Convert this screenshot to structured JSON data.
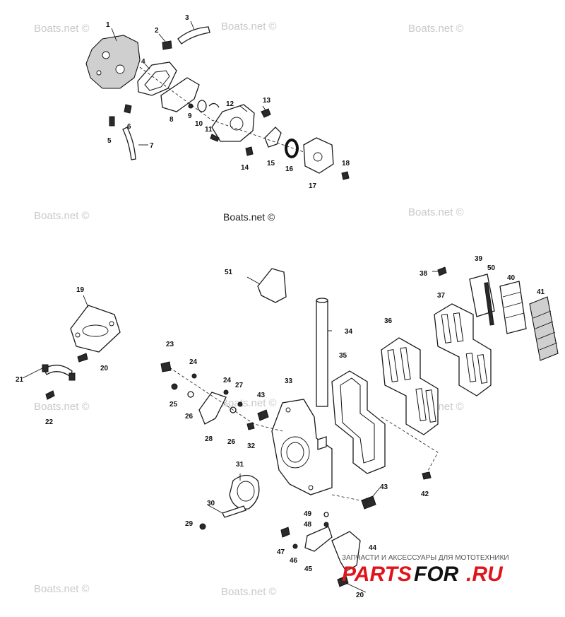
{
  "watermarks": {
    "site": "Boats.net ©"
  },
  "brand": {
    "tagline": "ЗАПЧАСТИ И АКСЕССУАРЫ ДЛЯ МОТОТЕХНИКИ",
    "name_part1": "PARTS",
    "name_part2": "FOR",
    "name_part3": ".RU",
    "color_red": "#e0151b",
    "color_black": "#111111"
  },
  "callouts": {
    "c1": "1",
    "c2": "2",
    "c3": "3",
    "c4": "4",
    "c5": "5",
    "c6": "6",
    "c7": "7",
    "c8": "8",
    "c9": "9",
    "c10": "10",
    "c11": "11",
    "c12": "12",
    "c13": "13",
    "c14": "14",
    "c15": "15",
    "c16": "16",
    "c17": "17",
    "c18": "18",
    "c19": "19",
    "c20a": "20",
    "c20b": "20",
    "c21": "21",
    "c22": "22",
    "c23": "23",
    "c24a": "24",
    "c24b": "24",
    "c25": "25",
    "c26a": "26",
    "c26b": "26",
    "c27": "27",
    "c28": "28",
    "c29": "29",
    "c30": "30",
    "c31": "31",
    "c32": "32",
    "c33": "33",
    "c34": "34",
    "c35": "35",
    "c36": "36",
    "c37": "37",
    "c38": "38",
    "c39": "39",
    "c40": "40",
    "c41": "41",
    "c42": "42",
    "c43a": "43",
    "c43b": "43",
    "c44": "44",
    "c45": "45",
    "c46": "46",
    "c47": "47",
    "c48": "48",
    "c49": "49",
    "c50": "50",
    "c51": "51"
  }
}
